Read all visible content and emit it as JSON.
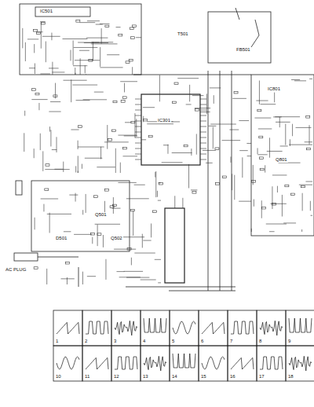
{
  "diagram": {
    "labels": [
      "AC PLUG",
      "IC501",
      "IC301",
      "IC801",
      "Q501",
      "Q502",
      "Q801",
      "T501",
      "D501",
      "FB501",
      "1",
      "2",
      "3",
      "4",
      "5",
      "6",
      "7",
      "8",
      "9",
      "10",
      "11",
      "12",
      "13",
      "14",
      "15",
      "16",
      "17",
      "18"
    ]
  }
}
